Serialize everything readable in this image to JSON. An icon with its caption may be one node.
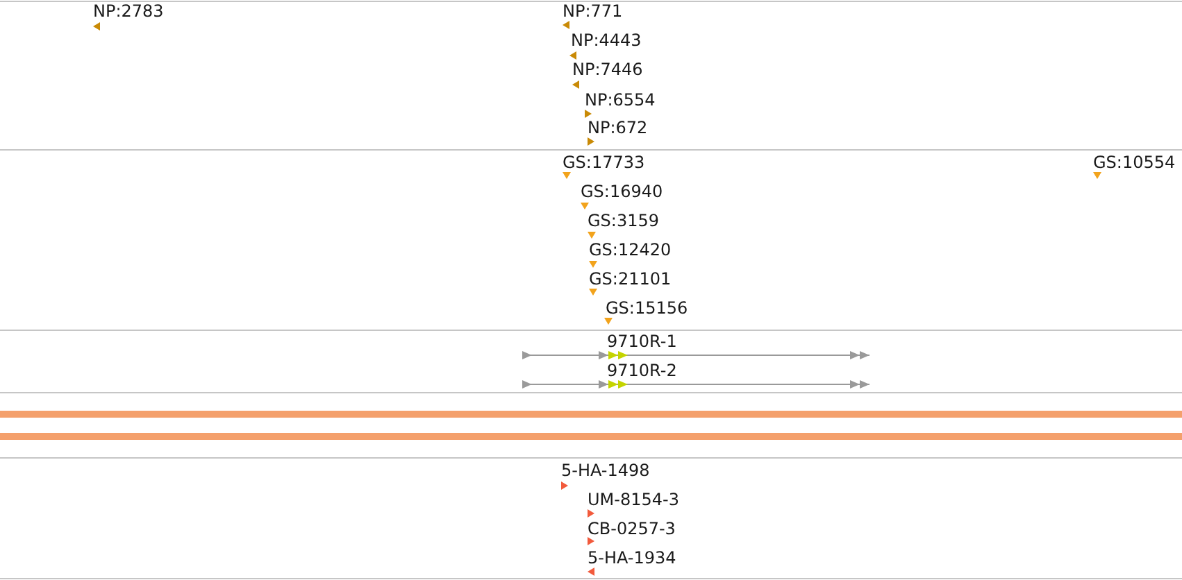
{
  "diagram": {
    "labels": [
      "NP:2783",
      "NP:771",
      "NP:4443",
      "NP:7446",
      "NP:6554",
      "NP:672",
      "GS:17733",
      "GS:10554",
      "GS:16940",
      "GS:3159",
      "GS:12420",
      "GS:21101",
      "GS:15156",
      "9710R-1",
      "9710R-2",
      "5-HA-1498",
      "UM-8154-3",
      "CB-0257-3",
      "5-HA-1934"
    ]
  }
}
